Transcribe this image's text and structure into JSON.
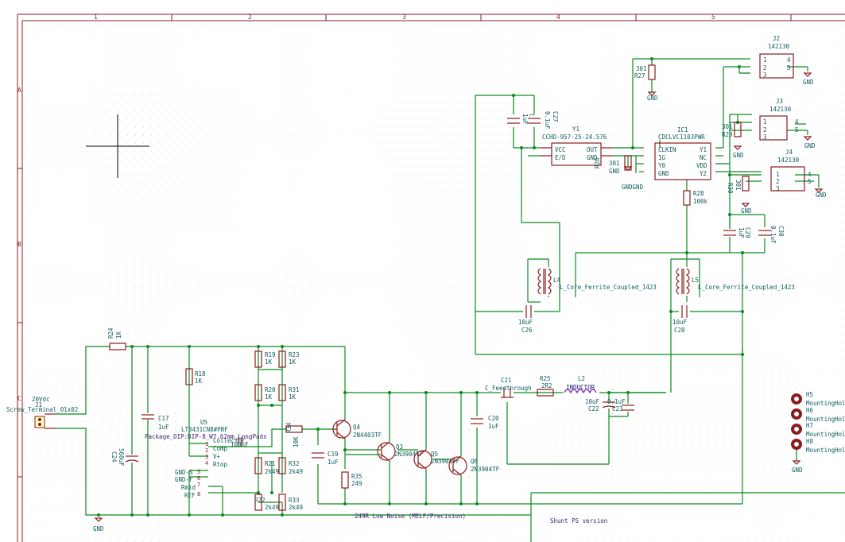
{
  "frame": {
    "cols": [
      "1",
      "2",
      "3",
      "4",
      "5"
    ],
    "rows": [
      "A",
      "B",
      "C"
    ]
  },
  "notes": {
    "precision": "249R Low Noise (MELF/Precision)",
    "shunt": "Shunt PS version",
    "package": "Package_DIP:DIP-8_W7.62mm_LongPads"
  },
  "labels": {
    "gnd": "GND",
    "gndgnd": "GNDGND"
  },
  "components": {
    "J1": {
      "ref": "J1",
      "value": "Screw_Terminal_01x02",
      "note": "20Vdc"
    },
    "R24": {
      "ref": "R24",
      "value": "1K"
    },
    "C17": {
      "ref": "C17",
      "value": "1uF"
    },
    "C24": {
      "ref": "C24",
      "value": "560uF"
    },
    "R18": {
      "ref": "R18",
      "value": "1K"
    },
    "U5": {
      "ref": "U5",
      "value": "LT3431CN8#PBF",
      "pins": [
        "Collector",
        "Comp",
        "V+",
        "Rtop",
        "GND-S",
        "GND-F",
        "Rmid",
        "REF"
      ],
      "pinnums": [
        "1",
        "2",
        "3",
        "4",
        "5",
        "6",
        "7",
        "8"
      ]
    },
    "C18": {
      "value": "100nF"
    },
    "R19": {
      "ref": "R19",
      "value": "1K"
    },
    "R23": {
      "ref": "R23",
      "value": "1K"
    },
    "R20": {
      "ref": "R20",
      "value": "1K"
    },
    "R31": {
      "ref": "R31",
      "value": "1K"
    },
    "R21": {
      "ref": "R21",
      "value": "2k49"
    },
    "R32": {
      "ref": "R32",
      "value": "2k49"
    },
    "R22": {
      "ref": "R22",
      "value": "2k49"
    },
    "R33": {
      "ref": "R33",
      "value": "2k49"
    },
    "R34": {
      "ref": "R34",
      "value": "10K"
    },
    "C19": {
      "ref": "C19",
      "value": "1uF"
    },
    "Q4": {
      "ref": "Q4",
      "value": "2N4403TF"
    },
    "R35": {
      "ref": "R35",
      "value": "249"
    },
    "Q3": {
      "ref": "Q3",
      "value": "2N3904TF"
    },
    "Q5": {
      "ref": "Q5",
      "value": "2N3904TF"
    },
    "Q6": {
      "ref": "Q6",
      "value": "2N3904TF"
    },
    "C20": {
      "ref": "C20",
      "value": "1uF"
    },
    "C21": {
      "ref": "C21",
      "value": "C_Feedthrough"
    },
    "R25": {
      "ref": "R25",
      "value": "2R2"
    },
    "L2": {
      "ref": "L2",
      "value": "INDUCTOR"
    },
    "C22": {
      "ref": "C22",
      "value": "10uF"
    },
    "C23": {
      "ref": "C23",
      "value": "0.1uF"
    },
    "Y1": {
      "ref": "Y1",
      "value": "CCHD-957-25-24.576",
      "pins": [
        "VCC",
        "E/D",
        "OUT",
        "GND"
      ]
    },
    "C25": {
      "ref": "C25",
      "value": "1uF"
    },
    "C27": {
      "ref": "C27",
      "value": "0.1uF"
    },
    "R26": {
      "ref": "R26",
      "value": "301"
    },
    "R27": {
      "ref": "R27",
      "value": "301"
    },
    "IC1": {
      "ref": "IC1",
      "value": "CDCLVC1103PWR",
      "pins": [
        "CLKIN",
        "1G",
        "Y0",
        "GND",
        "Y1",
        "NC",
        "VDD",
        "Y2"
      ]
    },
    "R28": {
      "ref": "R28",
      "value": "100k"
    },
    "R29": {
      "ref": "R29",
      "value": "301"
    },
    "R30": {
      "ref": "R30",
      "value": "301"
    },
    "C29": {
      "ref": "C29",
      "value": "1uF"
    },
    "C30": {
      "ref": "C30",
      "value": "0.1uF"
    },
    "L4": {
      "ref": "L4",
      "value": "L_Core_Ferrite_Coupled_1423"
    },
    "L5": {
      "ref": "L5",
      "value": "L_Core_Ferrite_Coupled_1423"
    },
    "C26": {
      "ref": "C26",
      "value": "10uF"
    },
    "C28": {
      "ref": "C28",
      "value": "10uF"
    },
    "J2": {
      "ref": "J2",
      "value": "142130"
    },
    "J3": {
      "ref": "J3",
      "value": "142130"
    },
    "J4": {
      "ref": "J4",
      "value": "142130"
    },
    "H5": {
      "ref": "H5",
      "value": "MountingHole"
    },
    "H6": {
      "ref": "H6",
      "value": "MountingHole"
    },
    "H7": {
      "ref": "H7",
      "value": "MountingHole"
    },
    "H8": {
      "ref": "H8",
      "value": "MountingHole"
    }
  }
}
